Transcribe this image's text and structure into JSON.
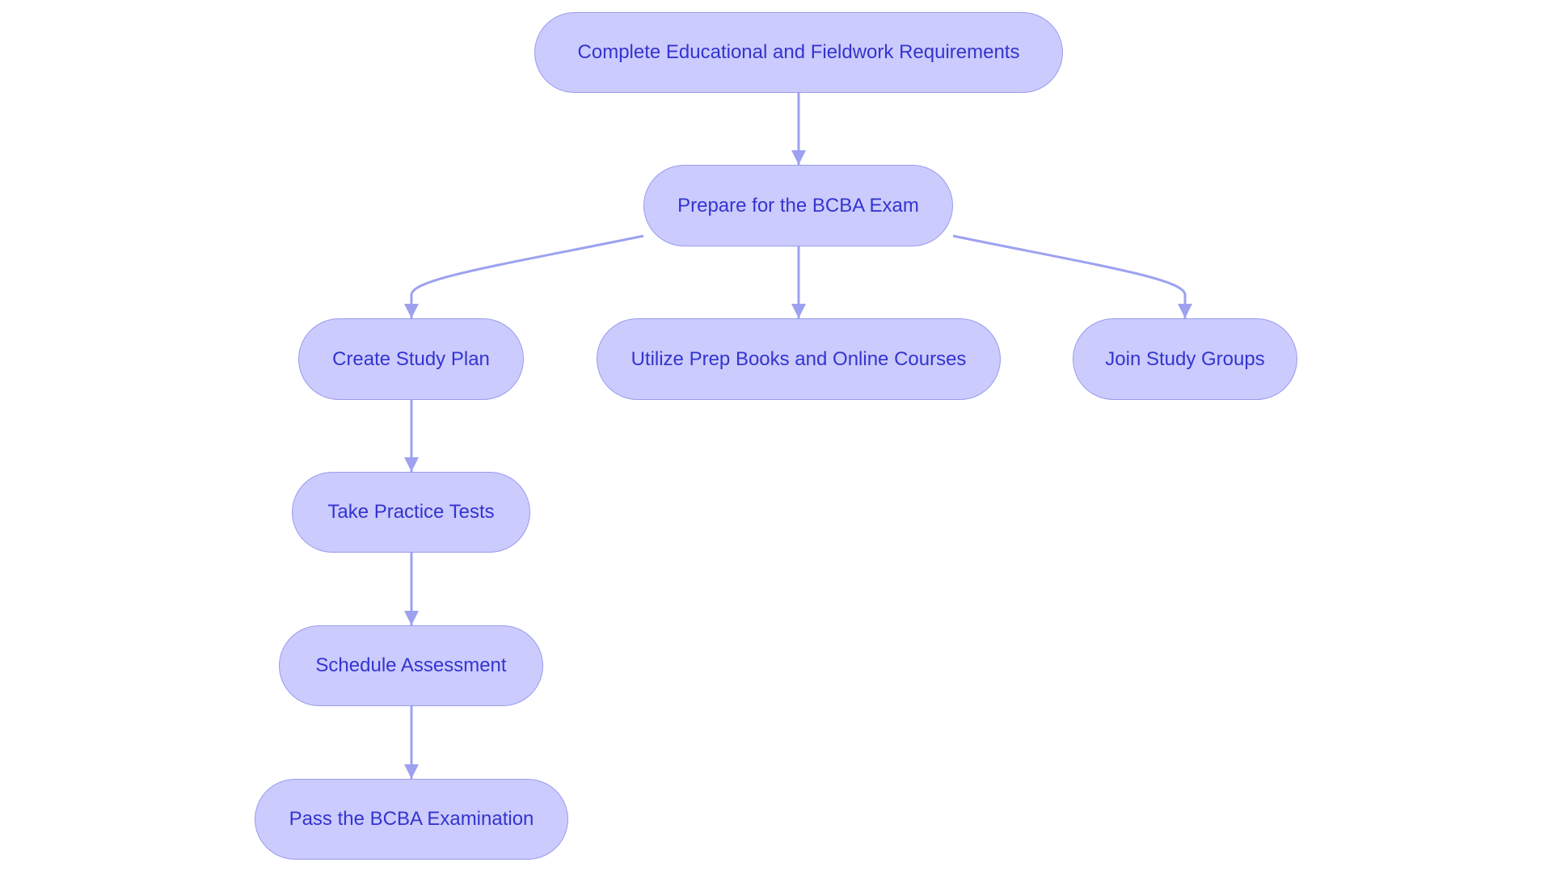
{
  "colors": {
    "node_fill": "#cbcbfd",
    "node_stroke": "#9a9cee",
    "text": "#3434cf",
    "edge": "#9da1f0"
  },
  "nodes": {
    "complete": "Complete Educational and Fieldwork Requirements",
    "prepare": "Prepare for the BCBA Exam",
    "study_plan": "Create Study Plan",
    "prep_books": "Utilize Prep Books and Online Courses",
    "study_groups": "Join Study Groups",
    "practice_tests": "Take Practice Tests",
    "schedule": "Schedule Assessment",
    "pass": "Pass the BCBA Examination"
  }
}
